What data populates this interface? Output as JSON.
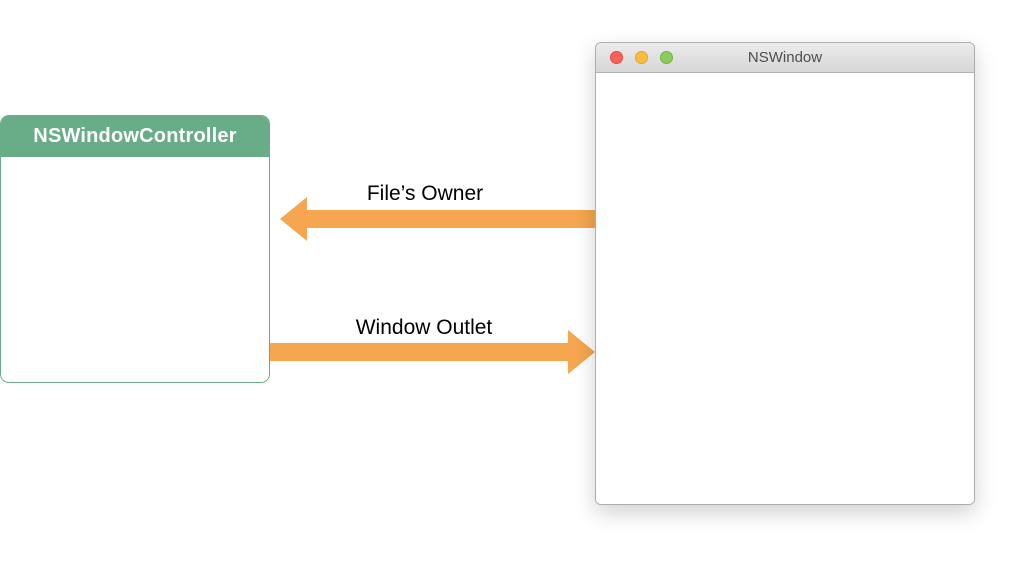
{
  "controller": {
    "title": "NSWindowController"
  },
  "window": {
    "title": "NSWindow"
  },
  "arrows": {
    "files_owner": {
      "label": "File’s Owner",
      "direction": "left"
    },
    "window_outlet": {
      "label": "Window Outlet",
      "direction": "right"
    }
  },
  "colors": {
    "green": "#69AD88",
    "orange": "#F5A64E",
    "traffic_red": "#FC6058",
    "traffic_yellow": "#FDBC40",
    "traffic_green": "#8CCB5E"
  }
}
